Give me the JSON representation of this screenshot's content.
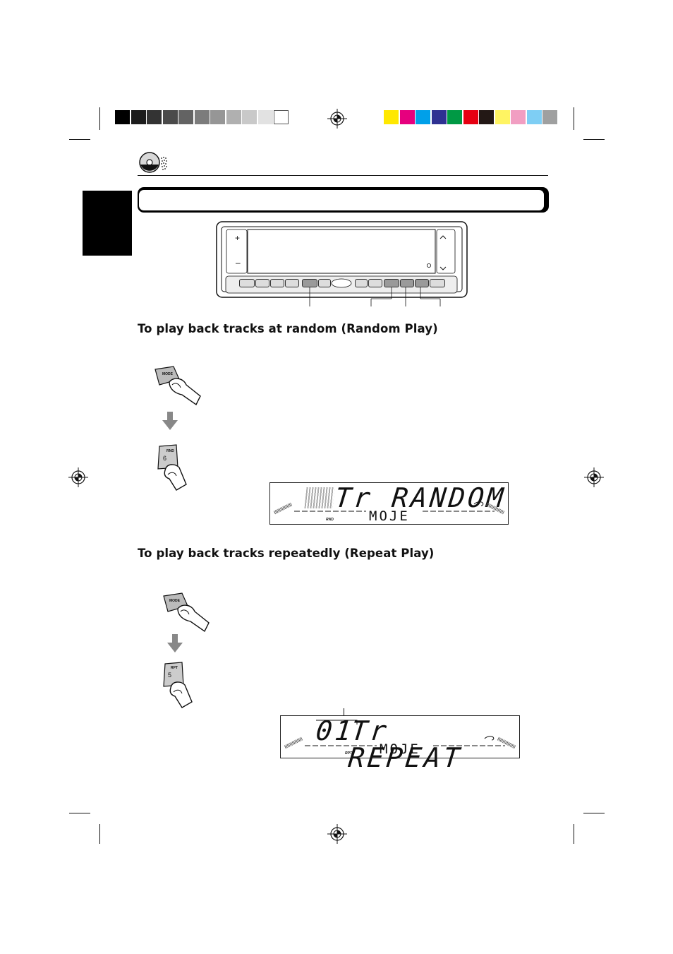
{
  "colors": {
    "gray_scale": [
      "#000000",
      "#1c1c1c",
      "#333333",
      "#4a4a4a",
      "#636363",
      "#7c7c7c",
      "#969696",
      "#b0b0b0",
      "#c9c9c9",
      "#e2e2e2",
      "#ffffff"
    ],
    "color_bar": [
      "#ffe800",
      "#e6007e",
      "#00a0e9",
      "#2e3192",
      "#009944",
      "#e60012",
      "#231815",
      "#fff462",
      "#f19ec2",
      "#7ecef4",
      "#9fa0a0"
    ]
  },
  "random_section": {
    "heading": "To play back tracks at random (Random Play)",
    "mode_button_label": "MODE",
    "rnd_button_label": "RND",
    "rnd_button_number": "6",
    "lcd": {
      "main_text": "Tr RANDOM",
      "mode_text": "MOJE",
      "indicator": "RND"
    }
  },
  "repeat_section": {
    "heading": "To play back tracks repeatedly (Repeat Play)",
    "mode_button_label": "MODE",
    "rpt_button_label": "RPT",
    "rpt_button_number": "5",
    "lcd": {
      "track_number": "01",
      "main_text": "Tr REPEAT",
      "mode_text": "MOJE",
      "indicator": "RPT"
    }
  },
  "unit_panel": {
    "plus_label": "+",
    "minus_label": "–"
  }
}
